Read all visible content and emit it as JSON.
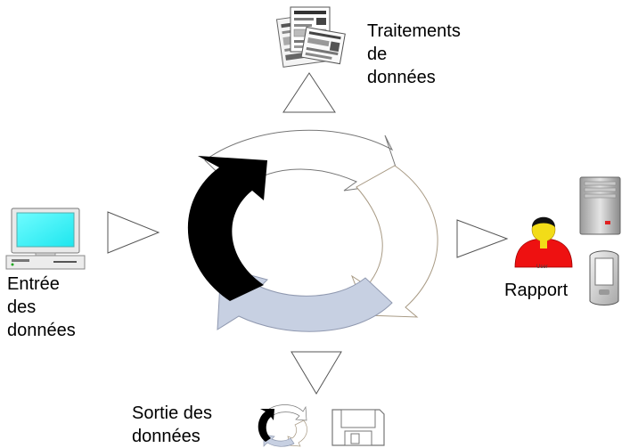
{
  "labels": {
    "processing": "Traitements\nde\ndonnées",
    "input": "Entrée\ndes\ndonnées",
    "report": "Rapport",
    "output": "Sortie des\ndonnées",
    "user_caption": "User"
  },
  "colors": {
    "arrow_black": "#000000",
    "arrow_blue": "#c7d0e2",
    "arrow_outline": "#a89a84",
    "monitor_screen": "#2cf6f6",
    "user_shirt": "#ee1111",
    "user_head": "#f2dc18",
    "server_light": "#e02020"
  },
  "icons": [
    "documents-icon",
    "computer-icon",
    "user-icon",
    "server-icon",
    "pda-icon",
    "cycle-icon",
    "floppy-disk-icon"
  ]
}
